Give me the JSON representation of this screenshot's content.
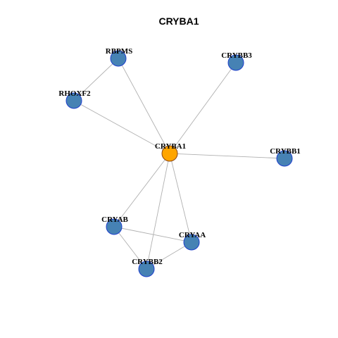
{
  "title": "CRYBA1",
  "colors": {
    "center_fill": "#FFA500",
    "center_stroke": "#8B4513",
    "node_fill": "#4682B4",
    "node_stroke": "#1E3FCC",
    "edge": "#B0B0B0"
  },
  "nodes": [
    {
      "id": "CRYBA1",
      "label": "CRYBA1",
      "center": true
    },
    {
      "id": "RBPMS",
      "label": "RBPMS"
    },
    {
      "id": "CRYBB3",
      "label": "CRYBB3"
    },
    {
      "id": "RHOXF2",
      "label": "RHOXF2"
    },
    {
      "id": "CRYBB1",
      "label": "CRYBB1"
    },
    {
      "id": "CRYAB",
      "label": "CRYAB"
    },
    {
      "id": "CRYAA",
      "label": "CRYAA"
    },
    {
      "id": "CRYBB2",
      "label": "CRYBB2"
    }
  ],
  "edges": [
    [
      "CRYBA1",
      "RBPMS"
    ],
    [
      "CRYBA1",
      "CRYBB3"
    ],
    [
      "CRYBA1",
      "RHOXF2"
    ],
    [
      "CRYBA1",
      "CRYBB1"
    ],
    [
      "CRYBA1",
      "CRYAB"
    ],
    [
      "CRYBA1",
      "CRYAA"
    ],
    [
      "CRYBA1",
      "CRYBB2"
    ],
    [
      "RBPMS",
      "RHOXF2"
    ],
    [
      "CRYAB",
      "CRYAA"
    ],
    [
      "CRYAB",
      "CRYBB2"
    ],
    [
      "CRYAA",
      "CRYBB2"
    ]
  ]
}
